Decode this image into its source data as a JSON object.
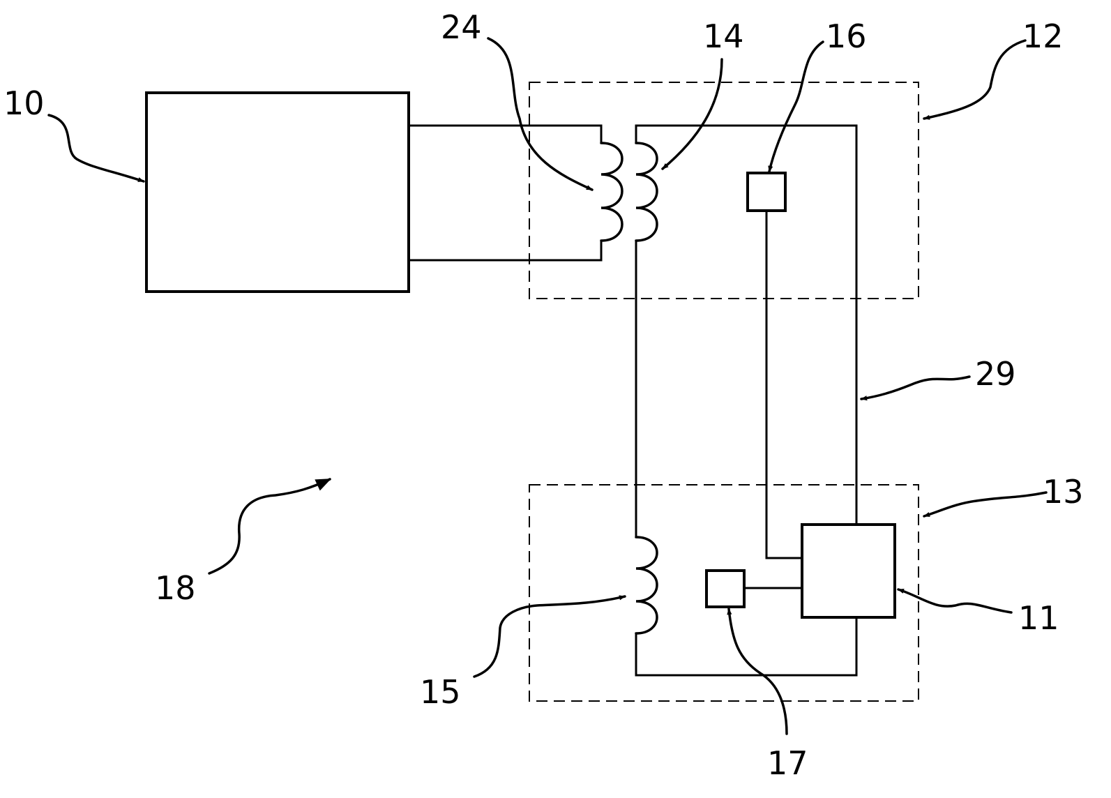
{
  "labels": {
    "l10": "10",
    "l11": "11",
    "l12": "12",
    "l13": "13",
    "l14": "14",
    "l15": "15",
    "l16": "16",
    "l17": "17",
    "l18": "18",
    "l24": "24",
    "l29": "29"
  }
}
